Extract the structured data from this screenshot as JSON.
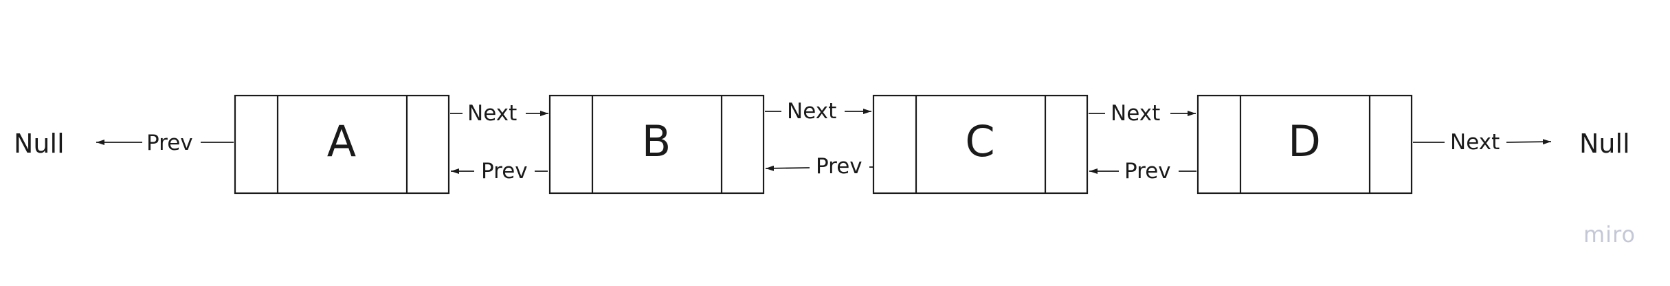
{
  "diagram": {
    "nodes": [
      {
        "id": "A",
        "label": "A"
      },
      {
        "id": "B",
        "label": "B"
      },
      {
        "id": "C",
        "label": "C"
      },
      {
        "id": "D",
        "label": "D"
      }
    ],
    "null_left": "Null",
    "null_right": "Null",
    "prev_label": "Prev",
    "next_label": "Next",
    "watermark": "miro"
  }
}
